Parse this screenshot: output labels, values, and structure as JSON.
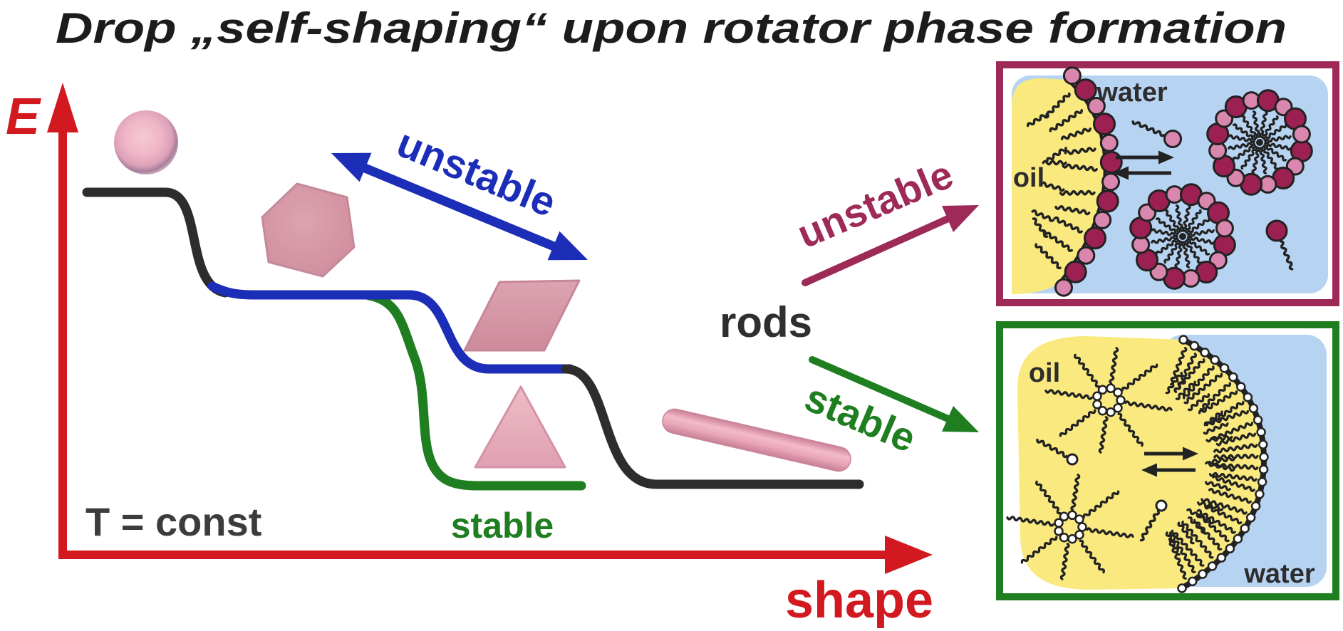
{
  "title": "Drop „self-shaping“ upon rotator phase formation",
  "axes": {
    "y_label": "E",
    "x_label": "shape",
    "condition": "T = const"
  },
  "energy_landscape": {
    "upper_branch_label": "unstable",
    "lower_branch_label": "stable",
    "rods_label": "rods"
  },
  "outcomes": {
    "unstable_label": "unstable",
    "stable_label": "stable"
  },
  "panels": {
    "unstable_panel": {
      "water_label": "water",
      "oil_label": "oil"
    },
    "stable_panel": {
      "oil_label": "oil",
      "water_label": "water"
    }
  },
  "colors": {
    "red": "#d31920",
    "blue": "#1c2eb8",
    "green": "#1e7e20",
    "maroon": "#9e2a58",
    "curveBlack": "#2d2d2d",
    "textDark": "#1c1c1c",
    "waterBlue": "#b7d3f2",
    "oilYellow": "#f9e97f",
    "headDark": "#9c2152",
    "headPink": "#d987ae",
    "outline": "#222222",
    "pinkShape": "#d695a4",
    "pinkLight": "#e9b2bf"
  }
}
